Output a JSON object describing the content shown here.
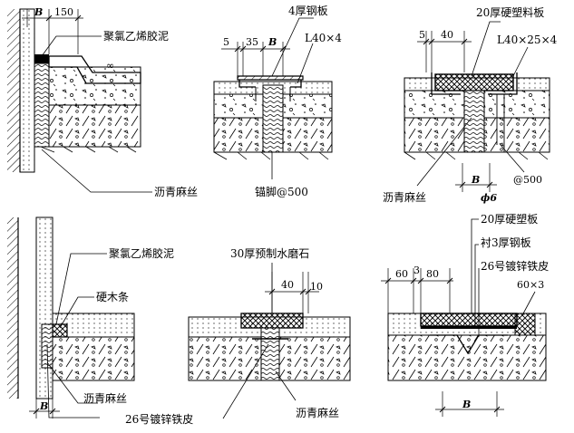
{
  "labels": {
    "pvc_mastic_1": "聚氯乙烯胶泥",
    "steel_plate_4": "4厚钢板",
    "rigid_plastic_20": "20厚硬塑料板",
    "angle_l40x4": "L40×4",
    "angle_l40x25x4": "L40×25×4",
    "asphalt_hemp_1": "沥青麻丝",
    "anchor_500": "锚脚@500",
    "asphalt_hemp_2": "沥青麻丝",
    "at_500": "@500",
    "phi_6": "ϕ6",
    "pvc_mastic_2": "聚氯乙烯胶泥",
    "hardwood_strip": "硬木条",
    "terrazzo_30": "30厚预制水磨石",
    "rigid_board_20": "20厚硬塑板",
    "lined_steel_3": "衬3厚钢板",
    "galv_sheet_26_a": "26号镀锌铁皮",
    "size_60x3": "60×3",
    "asphalt_hemp_3": "沥青麻丝",
    "galv_sheet_26_b": "26号镀锌铁皮",
    "asphalt_hemp_4": "沥青麻丝"
  },
  "dims": {
    "d1_B": "B",
    "d1_150": "150",
    "d1_inf": "∞",
    "d2_5": "5",
    "d2_35": "35",
    "d2_B": "B",
    "d3_5": "5",
    "d3_40": "40",
    "d3_B": "B",
    "d4_B": "B",
    "d5_40": "40",
    "d5_10": "10",
    "d6_60": "60",
    "d6_3": "3",
    "d6_80": "80",
    "d6_B": "B"
  }
}
